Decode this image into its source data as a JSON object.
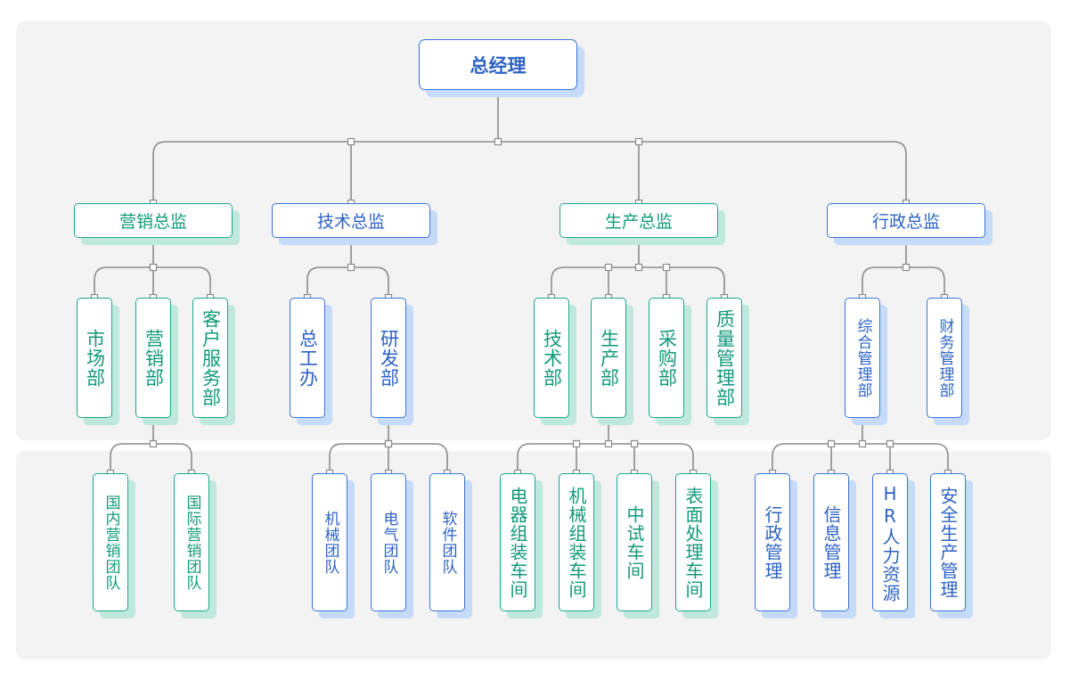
{
  "root": {
    "label": "总经理"
  },
  "level1": [
    {
      "label": "营销总监",
      "color": "green"
    },
    {
      "label": "技术总监",
      "color": "blue"
    },
    {
      "label": "生产总监",
      "color": "green"
    },
    {
      "label": "行政总监",
      "color": "blue"
    }
  ],
  "level2": [
    {
      "label": "市场部",
      "color": "green"
    },
    {
      "label": "营销部",
      "color": "green"
    },
    {
      "label": "客户服务部",
      "color": "green"
    },
    {
      "label": "总工办",
      "color": "blue"
    },
    {
      "label": "研发部",
      "color": "blue"
    },
    {
      "label": "技术部",
      "color": "green"
    },
    {
      "label": "生产部",
      "color": "green"
    },
    {
      "label": "采购部",
      "color": "green"
    },
    {
      "label": "质量管理部",
      "color": "green"
    },
    {
      "label": "综合管理部",
      "color": "blue"
    },
    {
      "label": "财务管理部",
      "color": "blue"
    }
  ],
  "level3": [
    {
      "label": "国内营销团队",
      "color": "green"
    },
    {
      "label": "国际营销团队",
      "color": "green"
    },
    {
      "label": "机械团队",
      "color": "blue"
    },
    {
      "label": "电气团队",
      "color": "blue"
    },
    {
      "label": "软件团队",
      "color": "blue"
    },
    {
      "label": "电器组装车间",
      "color": "green"
    },
    {
      "label": "机械组装车间",
      "color": "green"
    },
    {
      "label": "中试车间",
      "color": "green"
    },
    {
      "label": "表面处理车间",
      "color": "green"
    },
    {
      "label": "行政管理",
      "color": "blue"
    },
    {
      "label": "信息管理",
      "color": "blue"
    },
    {
      "label": "HR人力资源",
      "color": "blue"
    },
    {
      "label": "安全生产管理",
      "color": "blue"
    }
  ],
  "colors": {
    "blue_border": "#3a74d8",
    "green_border": "#1aa88a",
    "connector": "#8c8c8c",
    "band": "#f3f3f4"
  }
}
